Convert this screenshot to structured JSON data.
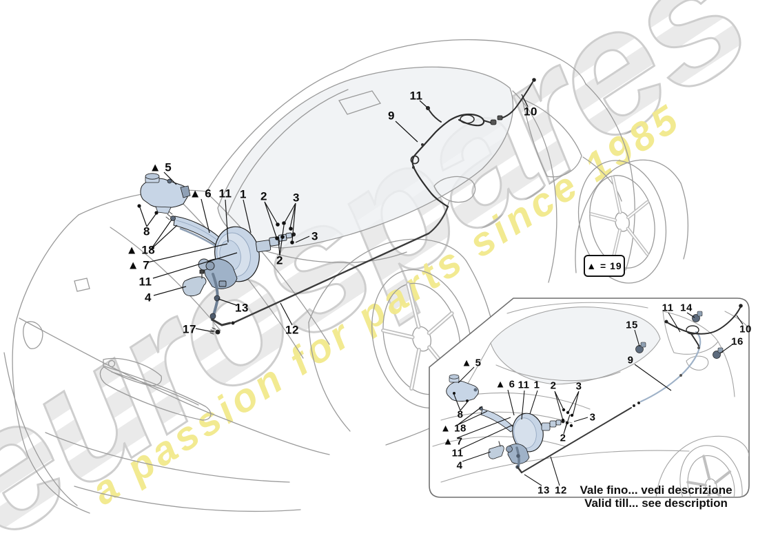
{
  "watermarks": {
    "brand": "eurospares",
    "tagline": "a passion for parts since 1985",
    "brand_stroke": "#c6c6c6",
    "brand_dark_stroke": "#aeaeae",
    "tagline_color": "#f2e98c"
  },
  "legend": {
    "label": "▲ = 19"
  },
  "validity_note": {
    "line1_it": "Vale fino... vedi descrizione",
    "line2_en": "Valid till... see description"
  },
  "main_diagram": {
    "labels": [
      "▲ 5",
      "▲ 6",
      "11",
      "1",
      "2",
      "3",
      "3",
      "2",
      "8",
      "▲ 18",
      "▲ 7",
      "11",
      "4",
      "13",
      "17",
      "12",
      "9",
      "11",
      "10"
    ]
  },
  "inset_diagram": {
    "labels": [
      "11",
      "14",
      "15",
      "10",
      "16",
      "9",
      "▲ 5",
      "▲ 6",
      "11",
      "1",
      "2",
      "3",
      "3",
      "2",
      "8",
      "▲ 18",
      "▲ 7",
      "11",
      "4",
      "13",
      "12"
    ]
  },
  "colors": {
    "part_fill": "#c7d5e6",
    "part_fill_dark": "#9fb2c8",
    "line_art": "#9a9a9a",
    "pipe": "#2e2e2e",
    "label": "#0a0a0a"
  }
}
